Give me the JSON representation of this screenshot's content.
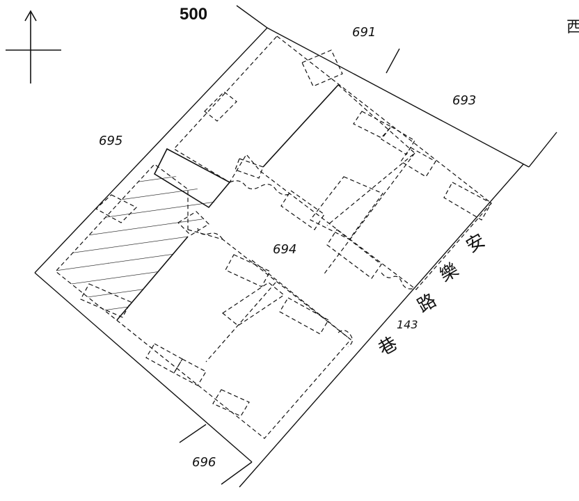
{
  "scale_label": "500",
  "corner_glyph": "西",
  "lots": {
    "top": "691",
    "upper_right": "693",
    "left": "695",
    "center": "694",
    "bottom": "696"
  },
  "address": {
    "number": "143",
    "road_chars": [
      "安",
      "樂",
      "路"
    ],
    "lane_char": "巷"
  },
  "colors": {
    "ink": "#111111",
    "hatch": "#111111",
    "background": "#ffffff"
  }
}
